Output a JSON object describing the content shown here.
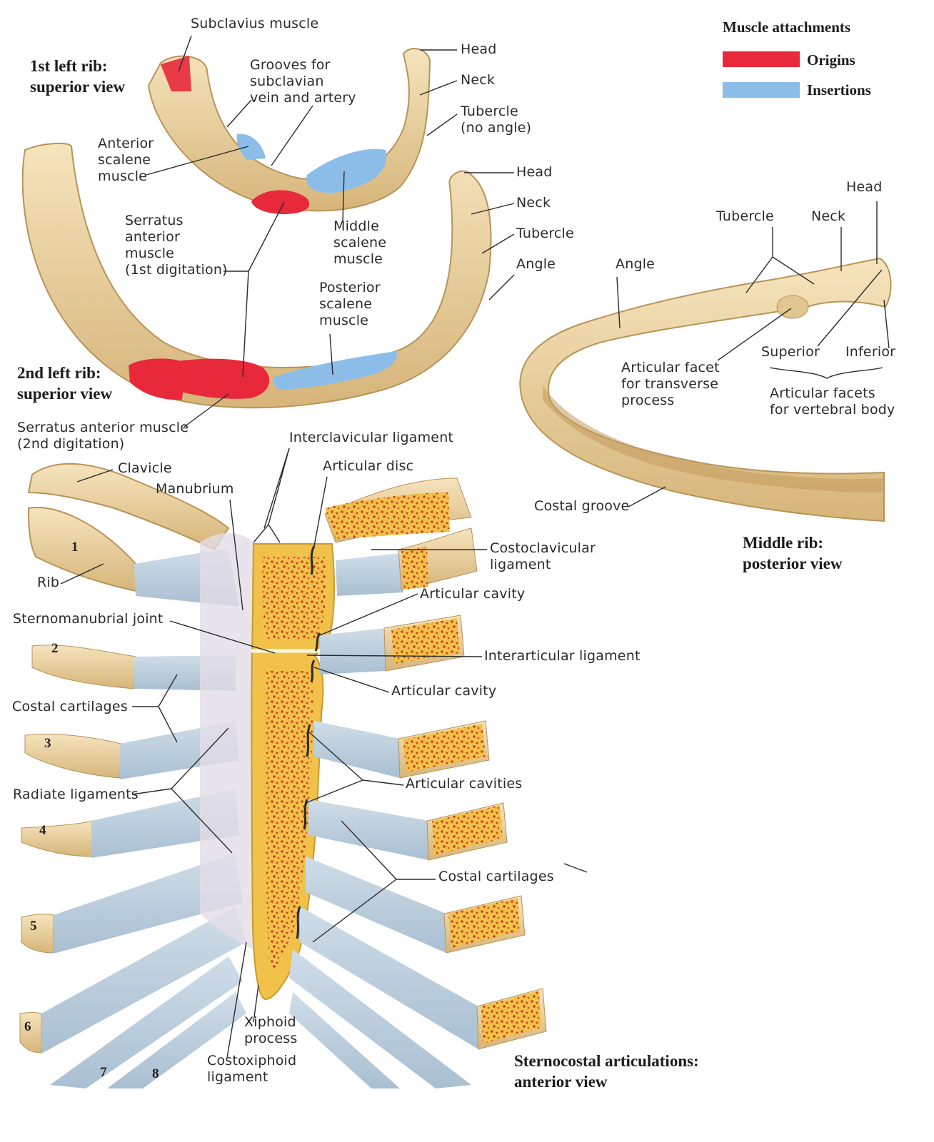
{
  "legend": {
    "title": "Muscle attachments",
    "origins": "Origins",
    "insertions": "Insertions",
    "origin_color": "#e8283b",
    "insertion_color": "#8cbde8"
  },
  "colors": {
    "bone": "#ecd3a0",
    "bone_dark": "#c9a86a",
    "cartilage": "#b9cede",
    "marrow": "#d8401f",
    "marrow_bg": "#f0c24a"
  },
  "panels": {
    "first_rib": {
      "title": "1st left rib:\nsuperior view",
      "subclavius": "Subclavius muscle",
      "grooves": "Grooves for\nsubclavian\nvein and artery",
      "anterior_scalene": "Anterior\nscalene\nmuscle",
      "head": "Head",
      "neck": "Neck",
      "tubercle": "Tubercle\n(no angle)",
      "middle_scalene": "Middle\nscalene\nmuscle"
    },
    "second_rib": {
      "title": "2nd left rib:\nsuperior view",
      "serratus_1st": "Serratus\nanterior\nmuscle\n(1st digitation)",
      "head": "Head",
      "neck": "Neck",
      "tubercle": "Tubercle",
      "angle": "Angle",
      "posterior_scalene": "Posterior\nscalene\nmuscle",
      "serratus_2nd": "Serratus anterior muscle\n(2nd digitation)"
    },
    "middle_rib": {
      "title": "Middle rib:\nposterior view",
      "head": "Head",
      "tubercle": "Tubercle",
      "neck": "Neck",
      "angle": "Angle",
      "articular_facet_transverse": "Articular facet\nfor transverse\nprocess",
      "superior": "Superior",
      "inferior": "Inferior",
      "articular_facets_vertebral": "Articular facets\nfor vertebral body",
      "costal_groove": "Costal groove"
    },
    "sternocostal": {
      "title": "Sternocostal articulations:\nanterior view",
      "interclavicular": "Interclavicular ligament",
      "articular_disc": "Articular disc",
      "clavicle": "Clavicle",
      "manubrium": "Manubrium",
      "costoclavicular": "Costoclavicular\nligament",
      "rib": "Rib",
      "articular_cavity_1": "Articular cavity",
      "sternomanubrial": "Sternomanubrial joint",
      "interarticular": "Interarticular ligament",
      "articular_cavity_2": "Articular cavity",
      "costal_cartilages_left": "Costal cartilages",
      "articular_cavities": "Articular cavities",
      "radiate": "Radiate ligaments",
      "costal_cartilages_right": "Costal cartilages",
      "xiphoid": "Xiphoid\nprocess",
      "costoxiphoid": "Costoxiphoid\nligament",
      "rib_numbers": [
        "1",
        "2",
        "3",
        "4",
        "5",
        "6",
        "7",
        "8"
      ]
    }
  }
}
